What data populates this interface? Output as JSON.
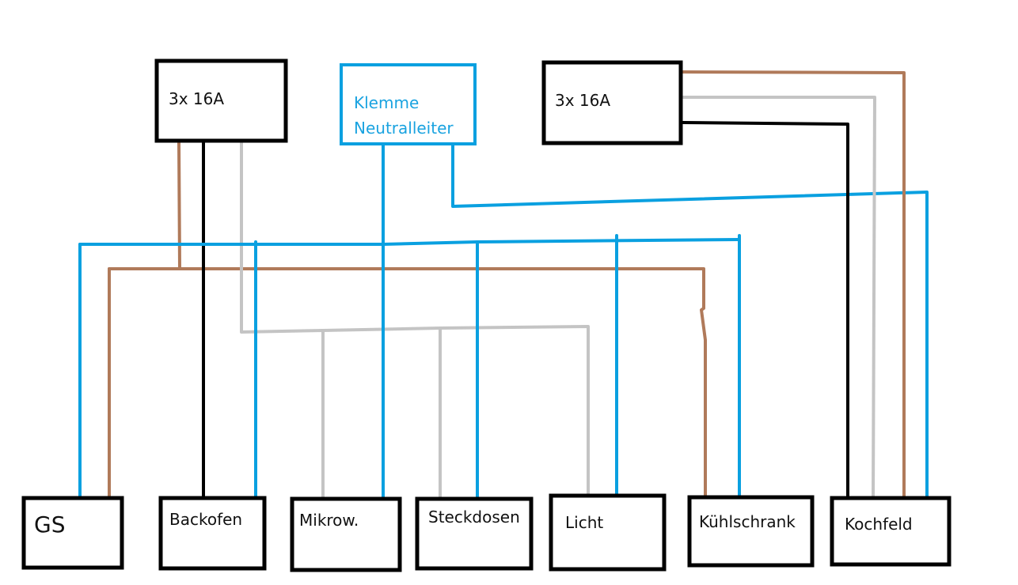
{
  "diagram": {
    "title": "Küche Verdrahtung",
    "wire_colors": {
      "phase_brown": "#b07a5a",
      "phase_black": "#000000",
      "phase_grey": "#c4c4c4",
      "neutral_blue": "#0aa0e0"
    },
    "sources": [
      {
        "id": "breaker-left",
        "label": "3x 16A"
      },
      {
        "id": "breaker-right",
        "label": "3x 16A"
      }
    ],
    "terminal": {
      "id": "neutral-terminal",
      "label_line1": "Klemme",
      "label_line2": "Neutralleiter"
    },
    "consumers": [
      {
        "id": "gs",
        "label": "GS"
      },
      {
        "id": "backofen",
        "label": "Backofen"
      },
      {
        "id": "mikrowelle",
        "label": "Mikrow."
      },
      {
        "id": "steckdosen",
        "label": "Steckdosen"
      },
      {
        "id": "licht",
        "label": "Licht"
      },
      {
        "id": "kuehlschrank",
        "label": "Kühlschrank"
      },
      {
        "id": "kochfeld",
        "label": "Kochfeld"
      }
    ],
    "connections": [
      {
        "from": "breaker-left",
        "phase": "brown",
        "to": [
          "gs",
          "kuehlschrank"
        ]
      },
      {
        "from": "breaker-left",
        "phase": "black",
        "to": [
          "backofen"
        ]
      },
      {
        "from": "breaker-left",
        "phase": "grey",
        "to": [
          "mikrowelle",
          "steckdosen",
          "licht"
        ]
      },
      {
        "from": "breaker-right",
        "phase": "brown",
        "to": [
          "kochfeld"
        ]
      },
      {
        "from": "breaker-right",
        "phase": "grey",
        "to": [
          "kochfeld"
        ]
      },
      {
        "from": "breaker-right",
        "phase": "black",
        "to": [
          "kochfeld"
        ]
      },
      {
        "from": "neutral-terminal",
        "phase": "blue",
        "to": [
          "gs",
          "backofen",
          "mikrowelle",
          "steckdosen",
          "licht",
          "kuehlschrank",
          "kochfeld"
        ]
      }
    ]
  }
}
